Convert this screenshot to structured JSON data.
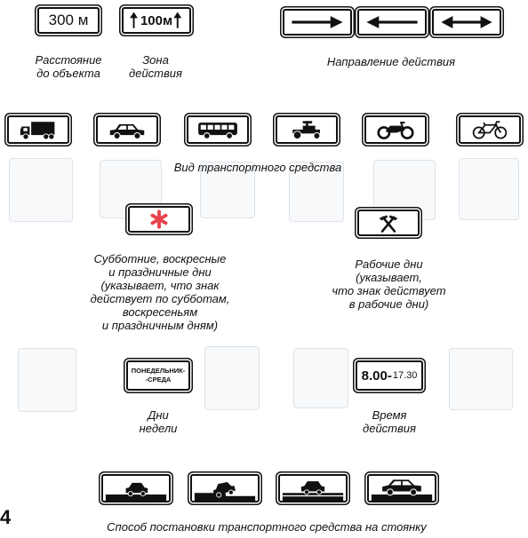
{
  "signs": {
    "distance_value": "300 м",
    "zone_value": "100м",
    "weekdays_line1": "ПОНЕДЕЛЬНИК-",
    "weekdays_line2": "-СРЕДА",
    "time_from": "8.00",
    "time_sep": "-",
    "time_to": "17.30"
  },
  "captions": {
    "distance": [
      "Расстояние",
      "до объекта"
    ],
    "zone": [
      "Зона",
      "действия"
    ],
    "direction": "Направление действия",
    "vehicle_type": "Вид транспортного средства",
    "holidays": [
      "Субботние, воскресные",
      "и праздничные дни",
      "(указывает, что знак",
      "действует по субботам,",
      "воскресеньям",
      "и праздничным дням)"
    ],
    "workdays": [
      "Рабочие дни",
      "(указывает,",
      "что знак действует",
      "в рабочие дни)"
    ],
    "weekdays": [
      "Дни",
      "недели"
    ],
    "time": [
      "Время",
      "действия"
    ],
    "parking": "Способ постановки транспортного средства на стоянку"
  },
  "page_number": "4",
  "colors": {
    "ink": "#111111",
    "holiday_star": "#e8434a"
  },
  "icons": [
    "arrow-right-icon",
    "arrow-left-icon",
    "arrow-both-icon",
    "truck-icon",
    "car-icon",
    "bus-icon",
    "tractor-icon",
    "motorcycle-icon",
    "bicycle-icon",
    "asterisk-icon",
    "hammers-icon",
    "parking-on-road-icon",
    "parking-half-sidewalk-icon",
    "parking-sidewalk-icon",
    "parking-on-sidewalk-icon"
  ]
}
